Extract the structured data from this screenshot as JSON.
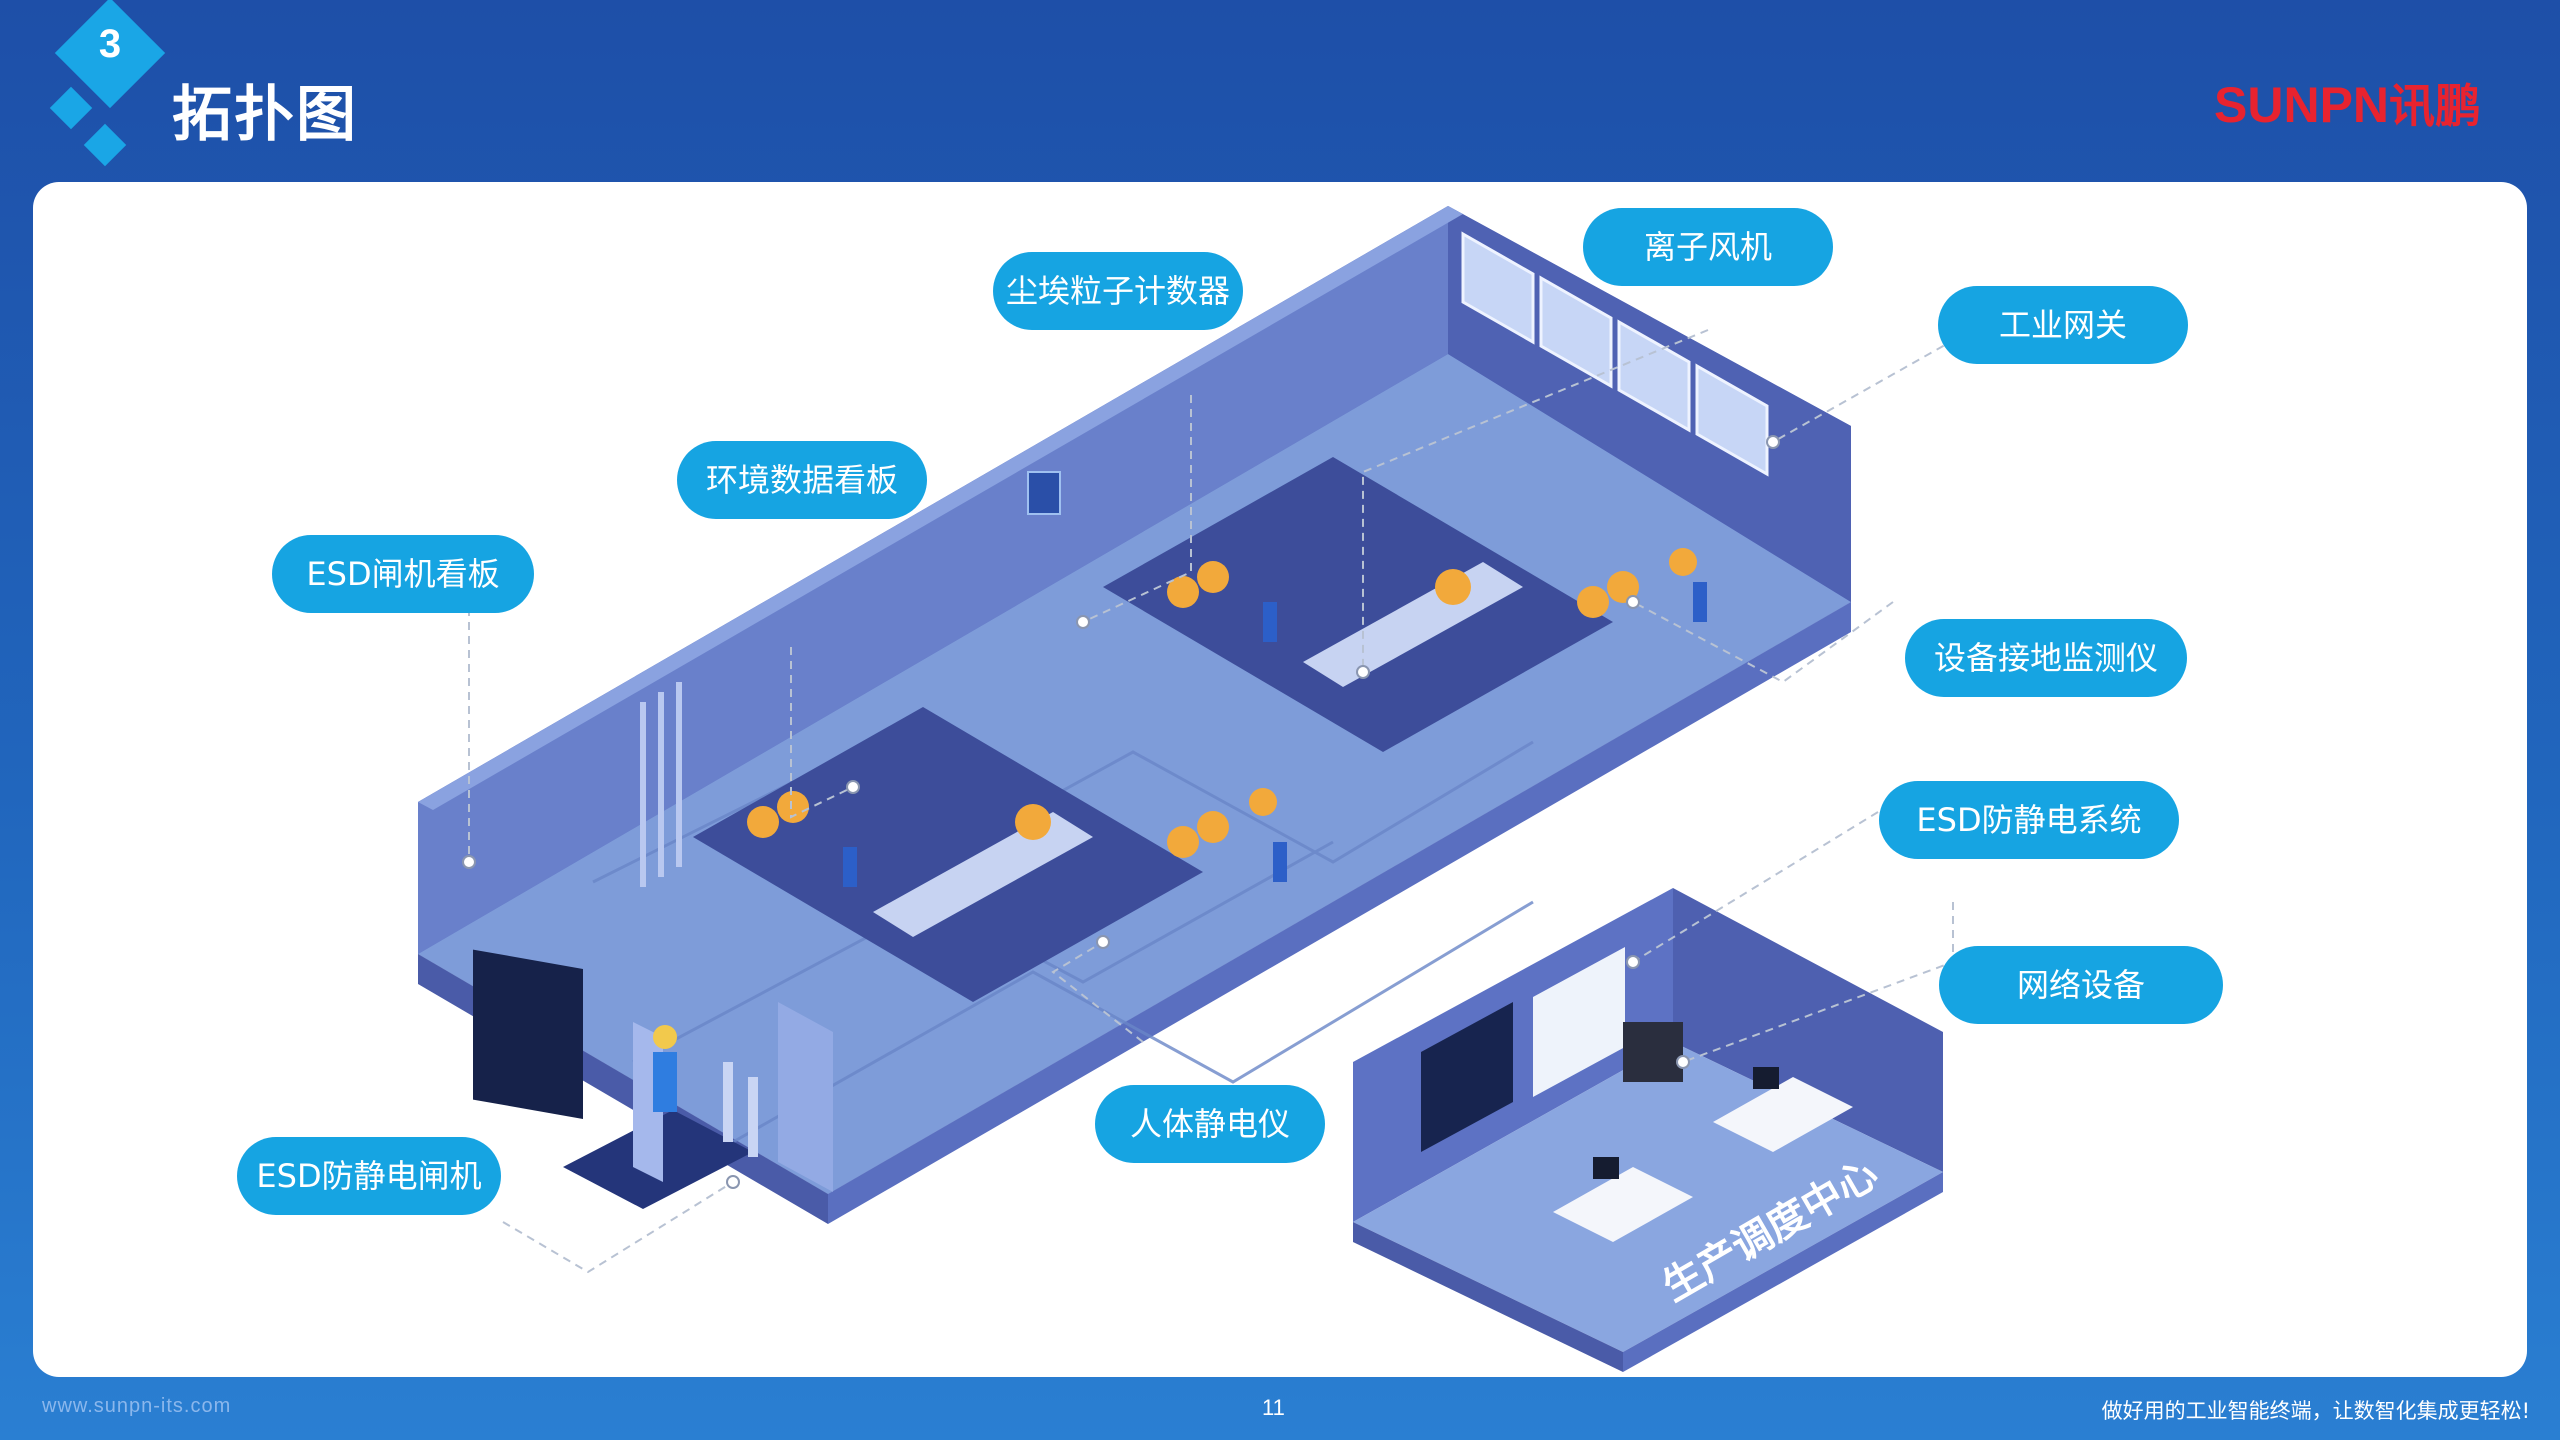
{
  "header": {
    "section_number": "3",
    "title": "拓扑图",
    "logo_latin": "SUNPN",
    "logo_cn": "讯鹏"
  },
  "labels": {
    "dust_counter": "尘埃粒子计数器",
    "ion_fan": "离子风机",
    "gateway": "工业网关",
    "env_board": "环境数据看板",
    "esd_gate_board": "ESD闸机看板",
    "ground_monitor": "设备接地监测仪",
    "esd_system": "ESD防静电系统",
    "network": "网络设备",
    "body_meter": "人体静电仪",
    "esd_gate": "ESD防静电闸机"
  },
  "control_room_sign": "生产调度中心",
  "footer": {
    "website": "www.sunpn-its.com",
    "page_number": "11",
    "slogan": "做好用的工业智能终端，让数智化集成更轻松!"
  },
  "colors": {
    "background": "#2166bd",
    "accent": "#16a4e2",
    "logo_red": "#e8232f",
    "floor": "#7c9ad8",
    "wall": "#5a6ec2"
  }
}
